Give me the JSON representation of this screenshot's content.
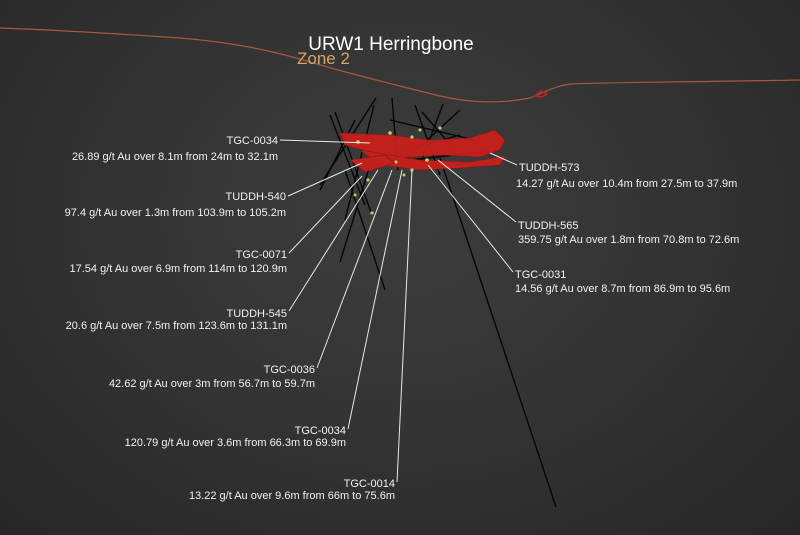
{
  "title": "URW1 Herringbone",
  "subtitle": "Zone 2",
  "colors": {
    "subtitle": "#d8a469",
    "surface": "#a65a3a",
    "orebody": "#c8201c",
    "callout": "#e8e8e8"
  },
  "intercepts": [
    {
      "hole": "TGC-0034",
      "detail": "26.89 g/t Au over 8.1m from 24m to 32.1m"
    },
    {
      "hole": "TUDDH-540",
      "detail": "97.4 g/t Au over 1.3m from 103.9m to 105.2m"
    },
    {
      "hole": "TGC-0071",
      "detail": "17.54 g/t Au over 6.9m from 114m to 120.9m"
    },
    {
      "hole": "TUDDH-545",
      "detail": "20.6 g/t Au over 7.5m from 123.6m to 131.1m"
    },
    {
      "hole": "TGC-0036",
      "detail": "42.62 g/t Au over 3m from 56.7m to 59.7m"
    },
    {
      "hole": "TGC-0034",
      "detail": "120.79 g/t Au over 3.6m from 66.3m to 69.9m"
    },
    {
      "hole": "TGC-0014",
      "detail": "13.22 g/t Au over 9.6m from 66m to 75.6m"
    },
    {
      "hole": "TUDDH-573",
      "detail": "14.27 g/t Au over 10.4m from 27.5m to 37.9m"
    },
    {
      "hole": "TUDDH-565",
      "detail": "359.75 g/t Au over 1.8m from 70.8m to 72.6m"
    },
    {
      "hole": "TGC-0031",
      "detail": "14.56 g/t Au over 8.7m from 86.9m to 95.6m"
    }
  ]
}
